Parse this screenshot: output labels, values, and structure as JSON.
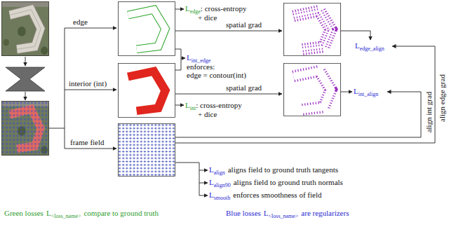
{
  "diagram": {
    "labels": [
      "edge",
      "interior (int)",
      "frame field",
      "L",
      "edge",
      ": cross-entropy",
      "+ dice",
      "spatial grad",
      "L",
      "int_edge",
      "enforces:",
      "edge = contour(int)",
      "spatial grad",
      "L",
      "int_align",
      "L",
      "edge_align",
      "align edge grad",
      "align int grad",
      "L",
      "int",
      ": cross-entropy",
      "+ dice",
      "L",
      "align",
      "aligns field to ground truth tangents",
      "L",
      "align90",
      "aligns field to ground truth normals",
      "L",
      "smooth",
      "enforces smoothness of field",
      "Green losses",
      "L",
      "<loss_name>",
      "compare to ground truth",
      "Blue losses",
      "L",
      "<loss_name>",
      "are regularizers"
    ]
  }
}
